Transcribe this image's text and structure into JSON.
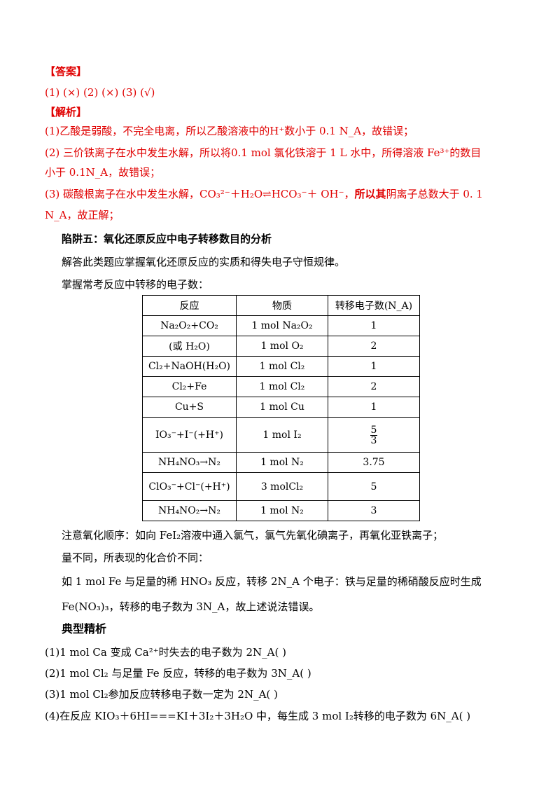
{
  "answer": {
    "header": "【答案】",
    "values": "(1) (×)  (2) (×) (3) (√)"
  },
  "analysis": {
    "header": "【解析】",
    "p1": "(1)乙酸是弱酸，不完全电离，所以乙酸溶液中的H⁺数小于 0.1 N_A，故错误；",
    "p2_line1": "(2) 三价铁离子在水中发生水解，所以将0.1 mol 氯化铁溶于 1 L 水中，所得溶液 Fe³⁺的数目",
    "p2_line2": "小于 0.1N_A，故错误；",
    "p3_line1_a": "(3)  碳酸根离子在水中发生水解，CO₃²⁻＋H₂O⇌HCO₃⁻＋ OH⁻，",
    "p3_line1_b": "所以其",
    "p3_line1_c": "阴离子总数大于 0. 1",
    "p3_line2": "N_A，故正解；"
  },
  "trap": {
    "title": "陷阱五：氧化还原反应中电子转移数目的分析",
    "intro": "解答此类题应掌握氧化还原反应的实质和得失电子守恒规律。",
    "table_caption": "掌握常考反应中转移的电子数："
  },
  "table": {
    "headers": [
      "反应",
      "物质",
      "转移电子数(N_A)"
    ],
    "rows": [
      {
        "reaction": "Na₂O₂+CO₂",
        "substance": "1 mol Na₂O₂",
        "electrons": "1"
      },
      {
        "reaction": "(或 H₂O)",
        "substance": "1 mol O₂",
        "electrons": "2"
      },
      {
        "reaction": "Cl₂+NaOH(H₂O)",
        "substance": "1 mol Cl₂",
        "electrons": "1"
      },
      {
        "reaction": "Cl₂+Fe",
        "substance": "1 mol Cl₂",
        "electrons": "2"
      },
      {
        "reaction": "Cu+S",
        "substance": "1 mol Cu",
        "electrons": "1"
      },
      {
        "reaction": "IO₃⁻+I⁻(+H⁺)",
        "substance": "1 mol I₂",
        "electrons_num": "5",
        "electrons_den": "3"
      },
      {
        "reaction": "NH₄NO₃→N₂",
        "substance": "1 mol N₂",
        "electrons": "3.75"
      },
      {
        "reaction": "ClO₃⁻+Cl⁻(+H⁺)",
        "substance": "3 molCl₂",
        "electrons": "5"
      },
      {
        "reaction": "NH₄NO₂→N₂",
        "substance": "1 mol N₂",
        "electrons": "3"
      }
    ]
  },
  "notes": {
    "n1": "注意氧化顺序：如向 FeI₂溶液中通入氯气，氯气先氧化碘离子，再氧化亚铁离子；",
    "n2": "量不同，所表现的化合价不同：",
    "n3": "如 1 mol Fe 与足量的稀 HNO₃ 反应，转移  2N_A 个电子：铁与足量的稀硝酸反应时生成",
    "n4": "Fe(NO₃)₃，转移的电子数为 3N_A，故上述说法错误。"
  },
  "practice": {
    "title": "典型精析",
    "q1": "(1)1 mol Ca 变成 Ca²⁺时失去的电子数为 2N_A(    )",
    "q2": "(2)1 mol Cl₂ 与足量 Fe 反应，转移的电子数为 3N_A(    )",
    "q3": "(3)1 mol Cl₂参加反应转移电子数一定为 2N_A(    )",
    "q4": "(4)在反应 KIO₃＋6HI===KI＋3I₂＋3H₂O 中，每生成 3 mol I₂转移的电子数为 6N_A(    )"
  }
}
